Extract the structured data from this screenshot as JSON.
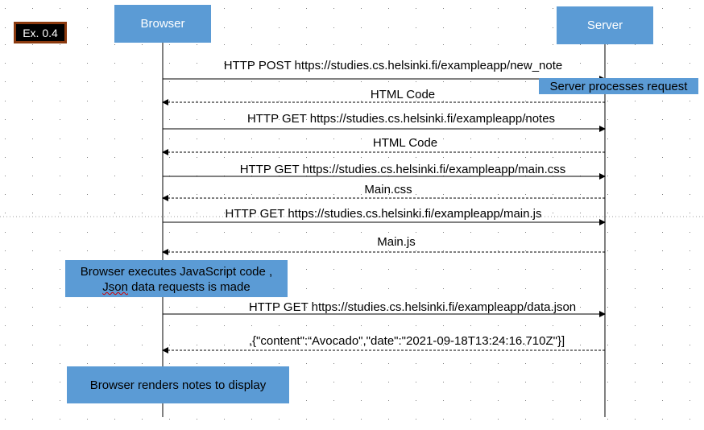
{
  "badge": "Ex. 0.4",
  "participants": {
    "browser": "Browser",
    "server": "Server"
  },
  "messages": [
    {
      "id": "post-new-note",
      "label": "HTTP POST https://studies.cs.helsinki.fi/exampleapp/new_note",
      "direction": "browser-to-server",
      "style": "solid"
    },
    {
      "id": "html-code-1",
      "label": "HTML Code",
      "direction": "server-to-browser",
      "style": "dashed"
    },
    {
      "id": "get-notes",
      "label": "HTTP GET https://studies.cs.helsinki.fi/exampleapp/notes",
      "direction": "browser-to-server",
      "style": "solid"
    },
    {
      "id": "html-code-2",
      "label": "HTML Code",
      "direction": "server-to-browser",
      "style": "dashed"
    },
    {
      "id": "get-main-css",
      "label": "HTTP GET https://studies.cs.helsinki.fi/exampleapp/main.css",
      "direction": "browser-to-server",
      "style": "solid"
    },
    {
      "id": "main-css",
      "label": "Main.css",
      "direction": "server-to-browser",
      "style": "dashed"
    },
    {
      "id": "get-main-js",
      "label": "HTTP GET https://studies.cs.helsinki.fi/exampleapp/main.js",
      "direction": "browser-to-server",
      "style": "solid"
    },
    {
      "id": "main-js",
      "label": "Main.js",
      "direction": "server-to-browser",
      "style": "dashed"
    },
    {
      "id": "get-data-json",
      "label": "HTTP GET https://studies.cs.helsinki.fi/exampleapp/data.json",
      "direction": "browser-to-server",
      "style": "solid"
    },
    {
      "id": "data-json-response",
      "label": ",{\"content\":“Avocado\",\"date\":\"2021-09-18T13:24:16.710Z\"}]",
      "direction": "server-to-browser",
      "style": "dashed"
    }
  ],
  "notes": {
    "server_processes": "Server processes request",
    "browser_executes_line1": "Browser executes JavaScript code ,",
    "browser_executes_line2_word": "Json",
    "browser_executes_line2_rest": " data requests is made",
    "browser_renders": "Browser renders notes to display"
  },
  "colors": {
    "box_fill": "#5b9bd5",
    "box_text": "#ffffff",
    "badge_fill": "#000000",
    "badge_border": "#8b3a0f"
  }
}
